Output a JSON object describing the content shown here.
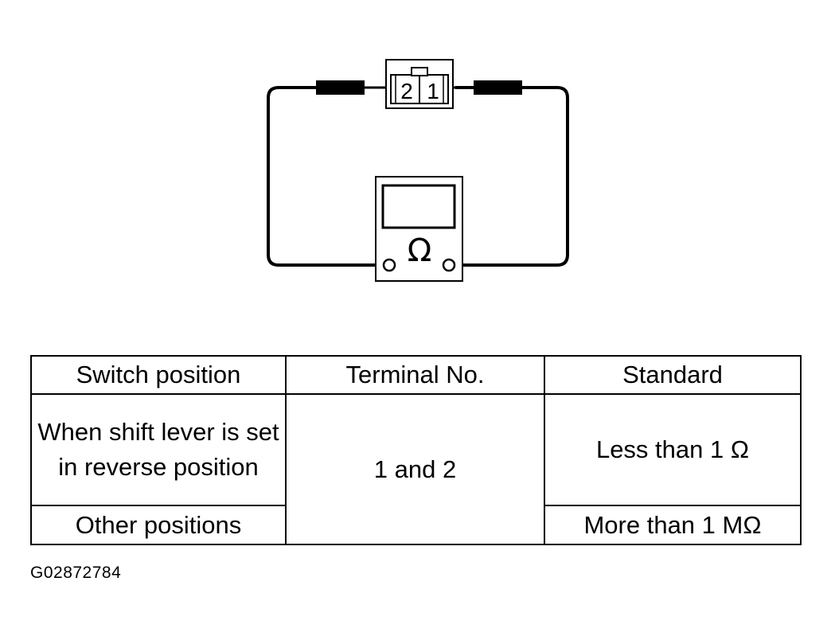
{
  "diagram": {
    "connector_terminals": [
      "2",
      "1"
    ],
    "meter_symbol": "Ω"
  },
  "table": {
    "headers": [
      "Switch position",
      "Terminal No.",
      "Standard"
    ],
    "rows": [
      {
        "switch_position": "When shift lever is set in reverse position",
        "terminal": "1 and 2",
        "standard": "Less than 1 Ω"
      },
      {
        "switch_position": "Other positions",
        "standard": "More than 1 MΩ"
      }
    ]
  },
  "figure_code": "G02872784"
}
